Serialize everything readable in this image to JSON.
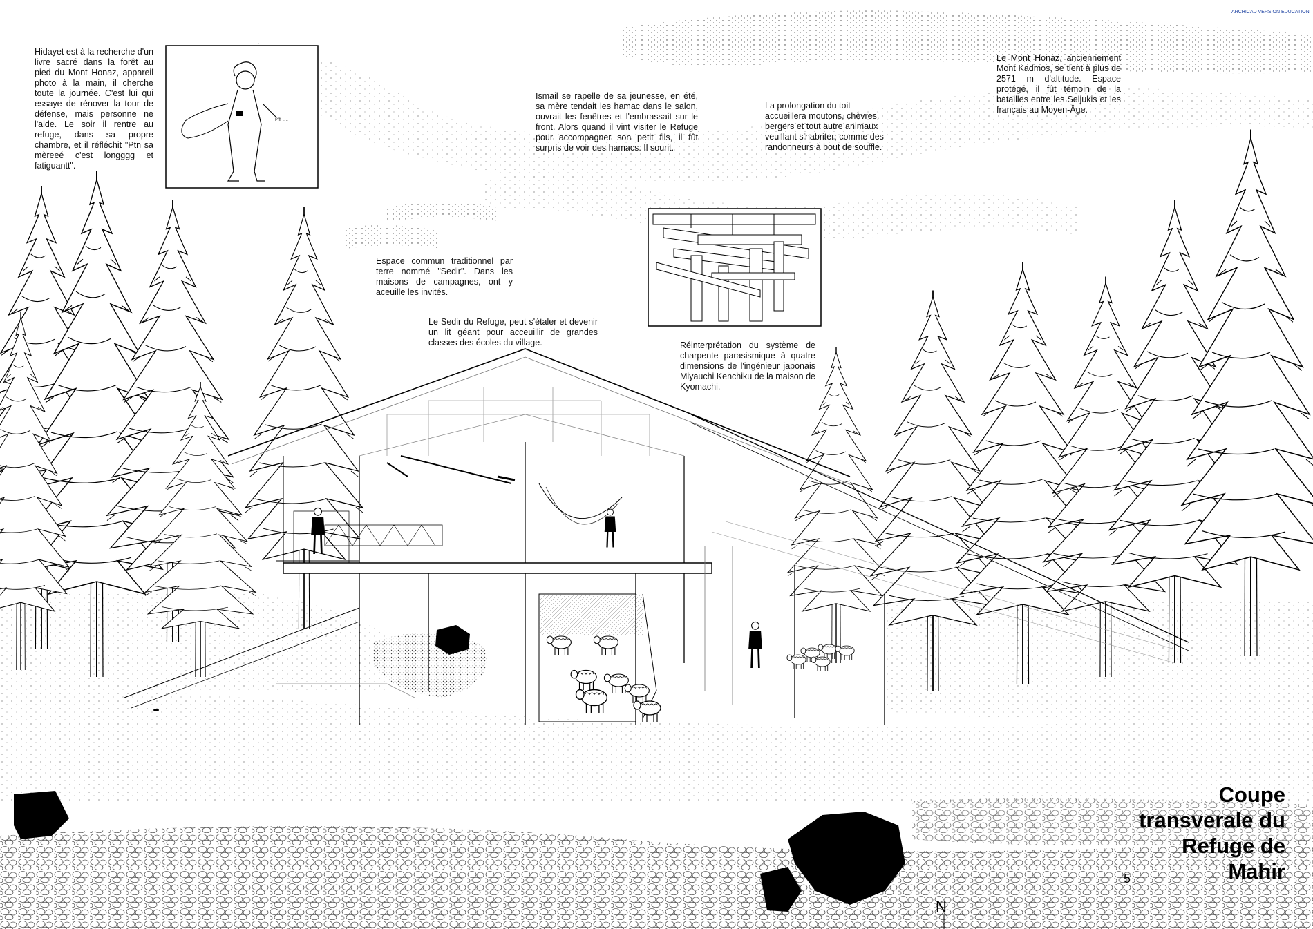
{
  "watermark": "ARCHICAD VERSION EDUCATION",
  "annotations": {
    "hidayet": "Hidayet est à la recherche d'un livre sacré dans la forêt au pied du Mont Honaz, appareil photo à la main, il cherche toute la journée. C'est lui qui essaye de rénover la tour de défense, mais personne ne l'aide. Le soir il rentre au refuge, dans sa propre chambre, et il réfléchit \"Ptn sa mèreeé c'est longggg et fatiguantt\".",
    "ismail": "Ismail se rapelle de sa jeunesse, en été, sa mère tendait les hamac dans le salon, ouvrait les fenêtres et l'embrassait sur le front. Alors quand il vint visiter le Refuge pour accompagner son petit fils, il fût surpris de voir des hamacs. Il sourit.",
    "roof": "La prolongation du toit accueillera moutons, chèvres, bergers et tout autre animaux veuillant s'habriter; comme des randonneurs à bout de souffle.",
    "honaz": "Le Mont Honaz, anciennement Mont Kadmos, se tient à plus de 2571 m d'altitude. Espace protégé, il fût témoin de la batailles entre les Seljukis et les français au Moyen-Âge.",
    "sedir_def": "Espace commun traditionnel par terre nommé \"Sedir\". Dans les maisons de campagnes, ont y aceuille les invités.",
    "sedir_refuge": "Le Sedir du Refuge, peut s'étaler et devenir un lit géant pour acceuillir de grandes classes des écoles du village.",
    "structure": "Réinterprétation du système de charpente parasismique à quatre dimensions de l'ingénieur japonais Miyauchi Kenchiku de la maison de Kyomachi."
  },
  "sketch_note": "Pfff ..... ",
  "title_lines": [
    "Coupe",
    "transverale du",
    "Refuge de",
    "Mahir"
  ],
  "north_label": "N",
  "page_number": "5",
  "colors": {
    "ink": "#000000",
    "paper": "#ffffff",
    "watermark": "#1a3fa0"
  },
  "icons": [
    "pine-tree-icon",
    "sheep-icon",
    "boulder-icon",
    "person-icon"
  ]
}
